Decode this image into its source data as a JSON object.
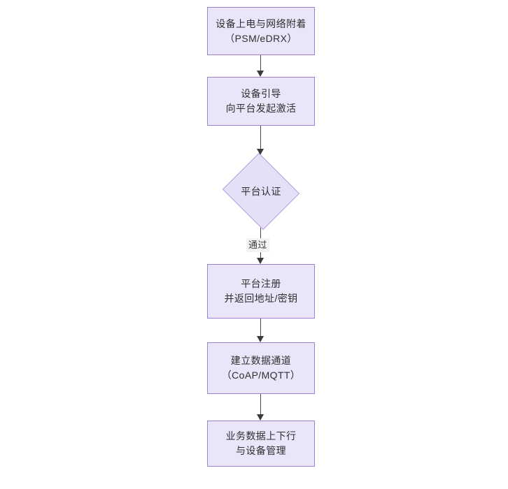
{
  "diagram": {
    "type": "flowchart",
    "orientation": "top-to-bottom",
    "background_color": "#ffffff",
    "node_fill_color": "#e9e6fa",
    "node_border_color": "#9f7fd4",
    "text_color": "#2f2f2f",
    "connector_color": "#4a4a4a",
    "nodes": [
      {
        "id": "power",
        "shape": "rectangle",
        "line1": "设备上电与网络附着",
        "line2": "（PSM/eDRX）"
      },
      {
        "id": "boot",
        "shape": "rectangle",
        "line1": "设备引导",
        "line2": "向平台发起激活"
      },
      {
        "id": "auth",
        "shape": "diamond",
        "line1": "平台认证",
        "line2": ""
      },
      {
        "id": "register",
        "shape": "rectangle",
        "line1": "平台注册",
        "line2": "并返回地址/密钥"
      },
      {
        "id": "channel",
        "shape": "rectangle",
        "line1": "建立数据通道",
        "line2": "（CoAP/MQTT）"
      },
      {
        "id": "data",
        "shape": "rectangle",
        "line1": "业务数据上下行",
        "line2": "与设备管理"
      }
    ],
    "edges": [
      {
        "id": "e1",
        "from": "power",
        "to": "boot",
        "label": ""
      },
      {
        "id": "e2",
        "from": "boot",
        "to": "auth",
        "label": ""
      },
      {
        "id": "e3",
        "from": "auth",
        "to": "register",
        "label": "通过"
      },
      {
        "id": "e4",
        "from": "register",
        "to": "channel",
        "label": ""
      },
      {
        "id": "e5",
        "from": "channel",
        "to": "data",
        "label": ""
      }
    ]
  }
}
